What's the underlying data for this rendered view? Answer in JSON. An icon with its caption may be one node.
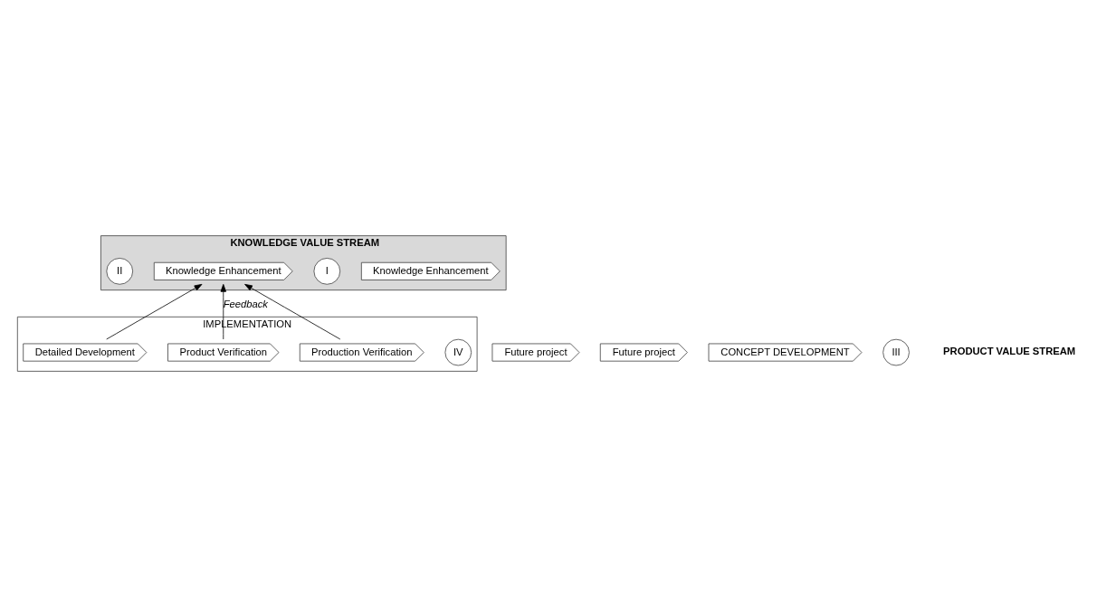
{
  "diagram": {
    "nodes": [
      {
        "text": [
          "KNOWLEDGE VALUE STREAM"
        ]
      },
      {
        "text": [
          "Future project"
        ]
      },
      {
        "text": [
          "Future project"
        ]
      },
      {
        "text": [
          "Knowledge Enhancement"
        ],
        "beside": [
          "I"
        ],
        "in": 0
      },
      {
        "text": [
          "Knowledge Enhancement"
        ],
        "beside": [
          "II"
        ],
        "in": 0
      },
      {
        "text": [
          "CONCEPT DEVELOPMENT"
        ],
        "beside": [
          "III"
        ]
      },
      {
        "text": [
          "IMPLEMENTATION"
        ],
        "beside": [
          "IV"
        ]
      },
      {
        "text": [
          "Detailed Development"
        ],
        "in": 6
      },
      {
        "text": [
          "Product Verification"
        ],
        "in": 6
      },
      {
        "text": [
          "Production Verification"
        ],
        "in": 6
      }
    ],
    "edges": [
      {
        "from": 7,
        "to": 4,
        "arrow": "to"
      },
      {
        "from": 8,
        "to": 4,
        "arrow": "to",
        "label": "Feedback"
      },
      {
        "from": 9,
        "to": 4,
        "arrow": "to"
      }
    ],
    "labels": [
      "PRODUCT VALUE STREAM"
    ]
  }
}
